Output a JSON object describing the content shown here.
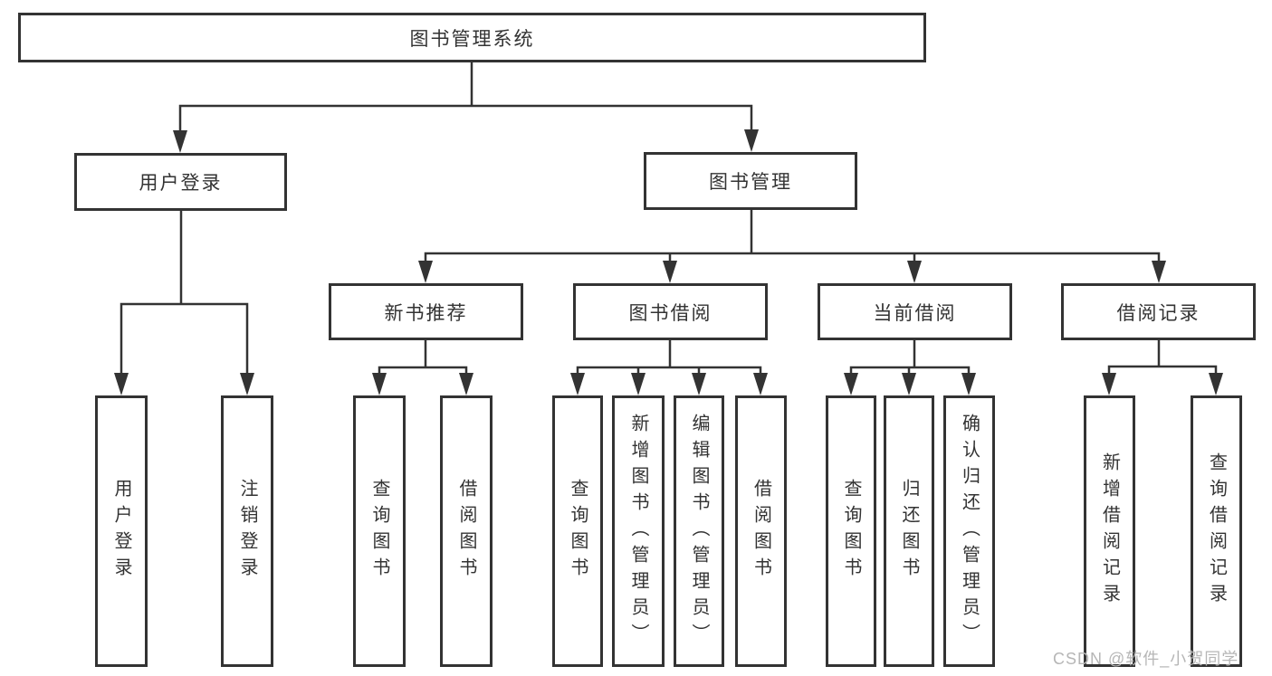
{
  "diagram": {
    "title": "图书管理系统",
    "branches": [
      {
        "label": "用户登录",
        "children": [
          "用户登录",
          "注销登录"
        ]
      },
      {
        "label": "图书管理",
        "children": []
      }
    ],
    "modules": [
      {
        "label": "新书推荐",
        "children": [
          "查询图书",
          "借阅图书"
        ]
      },
      {
        "label": "图书借阅",
        "children": [
          "查询图书",
          "新增图书（管理员）",
          "编辑图书（管理员）",
          "借阅图书"
        ]
      },
      {
        "label": "当前借阅",
        "children": [
          "查询图书",
          "归还图书",
          "确认归还（管理员）"
        ]
      },
      {
        "label": "借阅记录",
        "children": [
          "新增借阅记录",
          "查询借阅记录"
        ]
      }
    ],
    "watermark": "CSDN @软件_小贺同学"
  }
}
